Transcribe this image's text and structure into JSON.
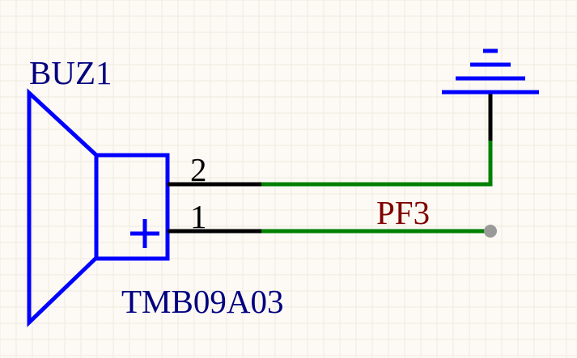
{
  "component": {
    "designator": "BUZ1",
    "value": "TMB09A03",
    "pins": [
      {
        "number": "2"
      },
      {
        "number": "1"
      }
    ]
  },
  "net": {
    "label": "PF3"
  },
  "colors": {
    "background": "#fdfaf5",
    "grid": "#f0ebe0",
    "symbol": "#0000ff",
    "pin": "#000000",
    "wire": "#008000",
    "designator_text": "#000080",
    "net_label_text": "#800000",
    "junction": "#9a9a9a"
  }
}
